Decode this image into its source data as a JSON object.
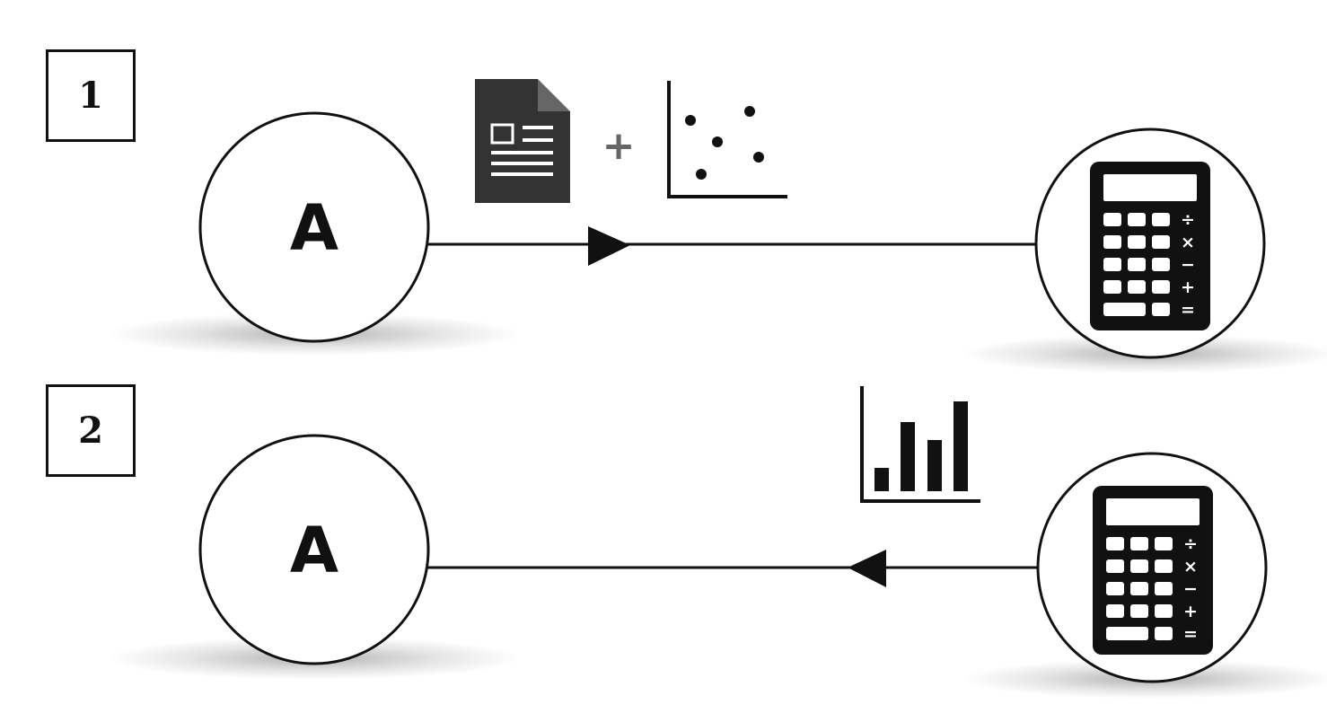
{
  "steps": [
    {
      "number": "1",
      "from_label": "A"
    },
    {
      "number": "2",
      "to_label": "A"
    }
  ],
  "operator_plus": "+",
  "calculator_symbols": [
    "÷",
    "×",
    "−",
    "+",
    "="
  ],
  "colors": {
    "ink": "#111111",
    "document_fill": "#333333",
    "plus": "#666666",
    "background": "#ffffff"
  },
  "icons": {
    "source_node": "letter-a-circle",
    "document": "document-icon",
    "scatter": "scatter-plot-icon",
    "calculator": "calculator-icon",
    "bar_chart": "bar-chart-icon"
  }
}
